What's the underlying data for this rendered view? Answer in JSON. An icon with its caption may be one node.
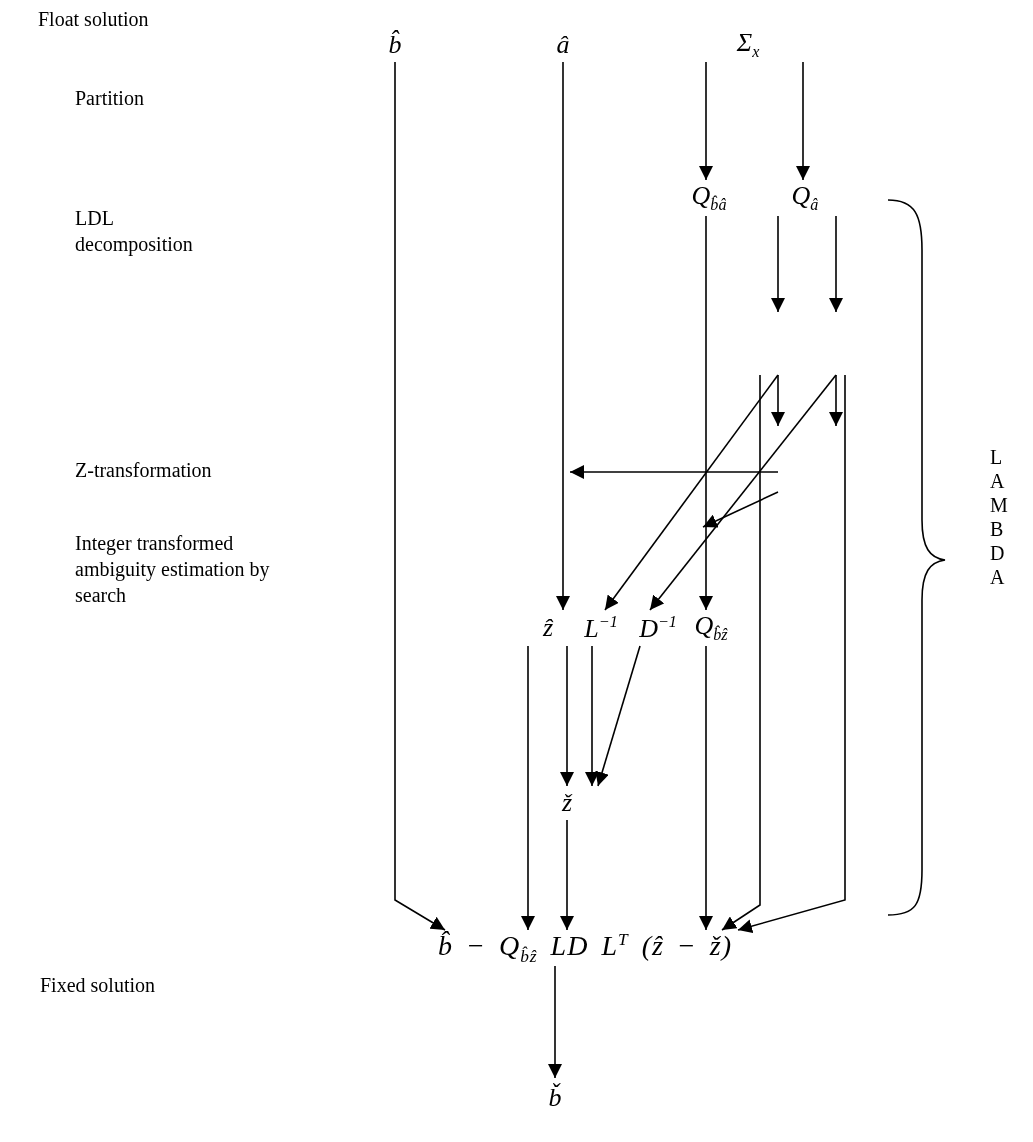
{
  "diagram": {
    "nodes": [
      {
        "text": [
          "b̂"
        ]
      },
      {
        "text": [
          "â"
        ]
      },
      {
        "text": [
          "Σ$_{x}$"
        ]
      },
      {
        "text": [
          "Q$_{b̂â}$"
        ]
      },
      {
        "text": [
          "Q$_{â}$"
        ]
      },
      {
        "text": [
          "ẑ"
        ]
      },
      {
        "text": [
          "L$^{−1}$"
        ]
      },
      {
        "text": [
          "D$^{−1}$"
        ]
      },
      {
        "text": [
          "Q$_{b̂ẑ}$"
        ]
      },
      {
        "text": [
          "ž"
        ]
      },
      {
        "text": [
          "b̂ − Q$_{b̂ẑ}$ LD L$^{T}$ (ẑ − ž)"
        ]
      },
      {
        "text": [
          "b̌"
        ]
      }
    ],
    "edges": [
      {
        "from": 0,
        "to": 10,
        "arrow": "to"
      },
      {
        "from": 1,
        "to": 5,
        "arrow": "to"
      },
      {
        "from": 2,
        "to": 3,
        "arrow": "to"
      },
      {
        "from": 2,
        "to": 4,
        "arrow": "to"
      },
      {
        "from": 4,
        "to": null,
        "arrow": "to"
      },
      {
        "from": 4,
        "to": null,
        "arrow": "to"
      },
      {
        "from": 3,
        "to": 8,
        "arrow": "to"
      },
      {
        "from": null,
        "to": 6,
        "arrow": "to"
      },
      {
        "from": null,
        "to": 7,
        "arrow": "to"
      },
      {
        "from": null,
        "to": 10,
        "arrow": "to"
      },
      {
        "from": null,
        "to": 10,
        "arrow": "to"
      },
      {
        "from": 5,
        "to": 10,
        "arrow": "to"
      },
      {
        "from": 5,
        "to": 9,
        "arrow": "to"
      },
      {
        "from": 6,
        "to": 9,
        "arrow": "to"
      },
      {
        "from": 7,
        "to": 9,
        "arrow": "to"
      },
      {
        "from": 9,
        "to": 10,
        "arrow": "to"
      },
      {
        "from": 8,
        "to": 10,
        "arrow": "to"
      },
      {
        "from": 10,
        "to": 11,
        "arrow": "to"
      }
    ],
    "labels": [
      "Float solution",
      "Partition",
      "LDL decomposition",
      "Z-transformation",
      "Integer transformed ambiguity estimation by search",
      "LAMBDA",
      "Fixed solution"
    ]
  }
}
